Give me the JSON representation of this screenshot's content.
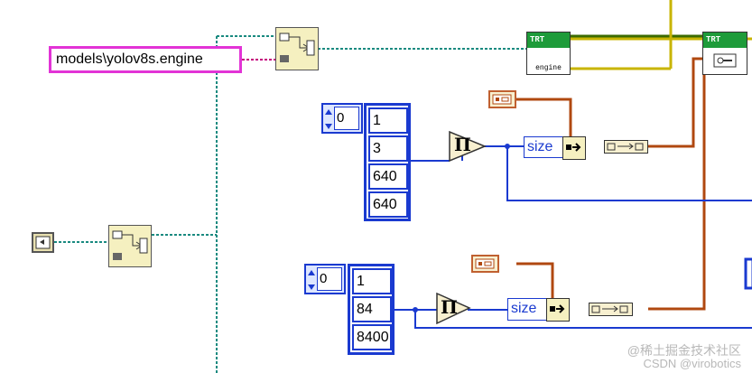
{
  "path_constant": "models\\yolov8s.engine",
  "trt_label": "TRT",
  "trt_engine_label": "engine",
  "input_shape": {
    "index": "0",
    "values": [
      "1",
      "3",
      "640",
      "640"
    ]
  },
  "output_shape": {
    "index": "0",
    "values": [
      "1",
      "84",
      "8400"
    ]
  },
  "size_label": "size",
  "multiply_symbol": "Π",
  "watermark_lines": [
    "@稀土掘金技术社区",
    "CSDN @virobotics"
  ],
  "colors": {
    "path_wire": "#c4007c",
    "cluster_wire": "#1a8a80",
    "error_wire": "#c8b400",
    "numeric_wire": "#1a3ad0",
    "refnum_wire": "#b04810",
    "string_border": "#e233d6",
    "array_border": "#1a3ad0"
  }
}
